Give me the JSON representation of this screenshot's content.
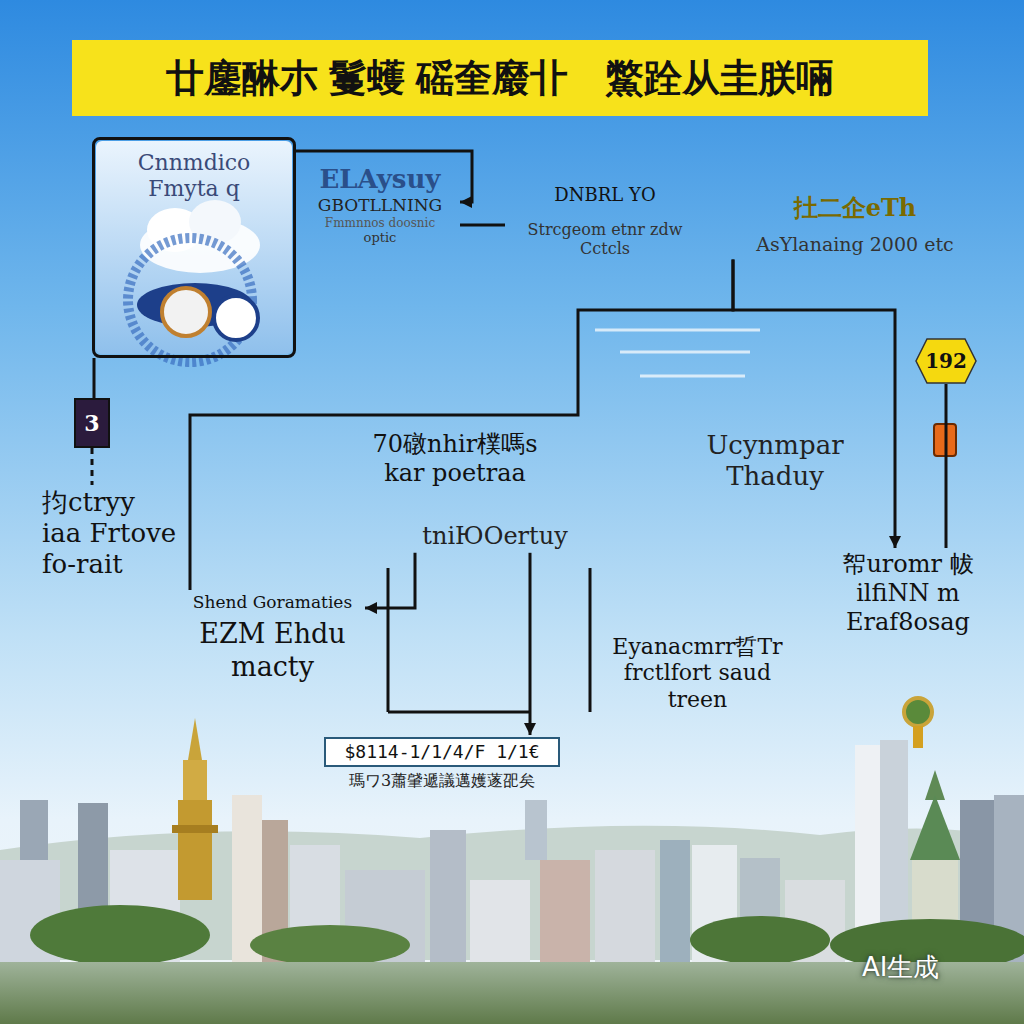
{
  "diagram": {
    "title": "廿鏖醂朩 鬘蠖 磘奎黀卝　鱉跧从圭朕啢",
    "nodes": [
      {
        "text": [
          "Cnnmdico Fmyta q"
        ]
      },
      {
        "text": [
          "ELAysuy",
          "GBOTLLNING",
          "Fmmnnos doosnic",
          "optic"
        ]
      },
      {
        "text": [
          "DNBRL YO",
          "Strcgeom etnr zdw Cctcls"
        ]
      },
      {
        "text": [
          "扗二企eTh",
          "AsYlanaing 2000 etc"
        ]
      },
      {
        "text": [
          "192"
        ]
      },
      {
        "text": [
          "3"
        ]
      },
      {
        "text": [
          "抣ctryy iaa Frtove fo-rait"
        ]
      },
      {
        "text": [
          "70礅nhir樸嗎s kar poetraa"
        ]
      },
      {
        "text": [
          "Ucynmpar Thaduy"
        ]
      },
      {
        "text": [
          "tniЮOertuy"
        ]
      },
      {
        "text": [
          "Shend Goramaties",
          "EZM Ehdu macty"
        ]
      },
      {
        "text": [
          "帤uromr 帗ilfiNN m Eraf8osag"
        ]
      },
      {
        "text": [
          "Eyanacmrr晢Tr frctlfort saud treen"
        ]
      },
      {
        "text": [
          "$8114-1/1/4/F 1/1€",
          "瑪ワ3蕭肈遞議邁嬳蓫巶矣"
        ]
      }
    ],
    "edges": [
      {
        "from": 0,
        "to": 1,
        "arrow": "to"
      },
      {
        "from": 0,
        "to": 5,
        "arrow": "none"
      },
      {
        "from": 5,
        "to": 6,
        "arrow": "none"
      },
      {
        "from": 1,
        "to": 2,
        "arrow": "none"
      },
      {
        "from": 3,
        "to": 10,
        "arrow": "none"
      },
      {
        "from": 3,
        "to": 11,
        "arrow": "to"
      },
      {
        "from": 9,
        "to": 13,
        "arrow": "to"
      },
      {
        "from": 9,
        "to": 10,
        "arrow": "to"
      },
      {
        "from": 4,
        "to": 11,
        "arrow": "none"
      }
    ],
    "labels": [
      "AI生成"
    ]
  }
}
